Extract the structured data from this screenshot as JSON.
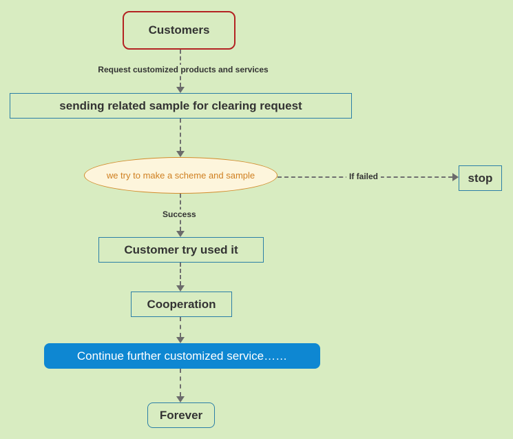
{
  "diagram": {
    "nodes": {
      "customers": "Customers",
      "sending": "sending related sample for clearing request",
      "scheme": "we try to make a scheme and sample",
      "stop": "stop",
      "customer_try": "Customer try used it",
      "cooperation": "Cooperation",
      "continue_service": "Continue further customized service……",
      "forever": "Forever"
    },
    "edge_labels": {
      "request": "Request customized products and services",
      "if_failed": "If failed",
      "success": "Success"
    },
    "colors": {
      "background": "#d8ecc1",
      "node_border": "#2a7ea6",
      "customers_border": "#b32222",
      "ellipse_border": "#d28b2b",
      "ellipse_fill": "#fdf5dc",
      "ellipse_text": "#cf7f20",
      "highlight_fill": "#0e87d2",
      "highlight_text": "#ffffff",
      "arrow": "#6e6e6e",
      "text": "#333333"
    }
  }
}
